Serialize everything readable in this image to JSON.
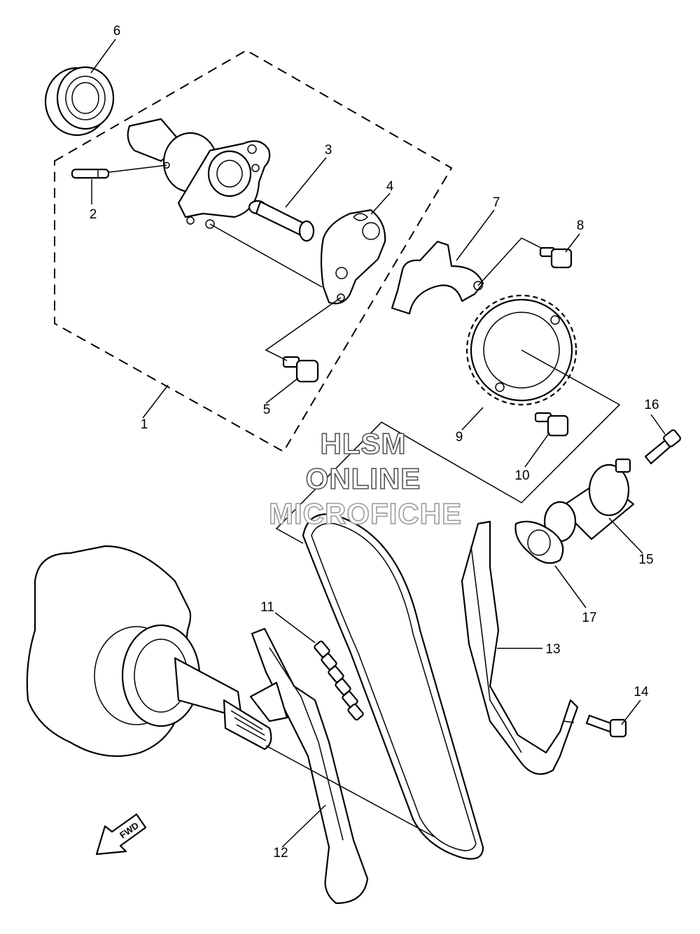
{
  "watermark": {
    "line1": "HLSM",
    "line2": "ONLINE",
    "line3": "MICROFICHE"
  },
  "fwd_label": "FWD",
  "part_labels": {
    "p1": "1",
    "p2": "2",
    "p3": "3",
    "p4": "4",
    "p5": "5",
    "p6": "6",
    "p7": "7",
    "p8": "8",
    "p9": "9",
    "p10": "10",
    "p11": "11",
    "p12": "12",
    "p13": "13",
    "p14": "14",
    "p15": "15",
    "p16": "16",
    "p17": "17"
  }
}
